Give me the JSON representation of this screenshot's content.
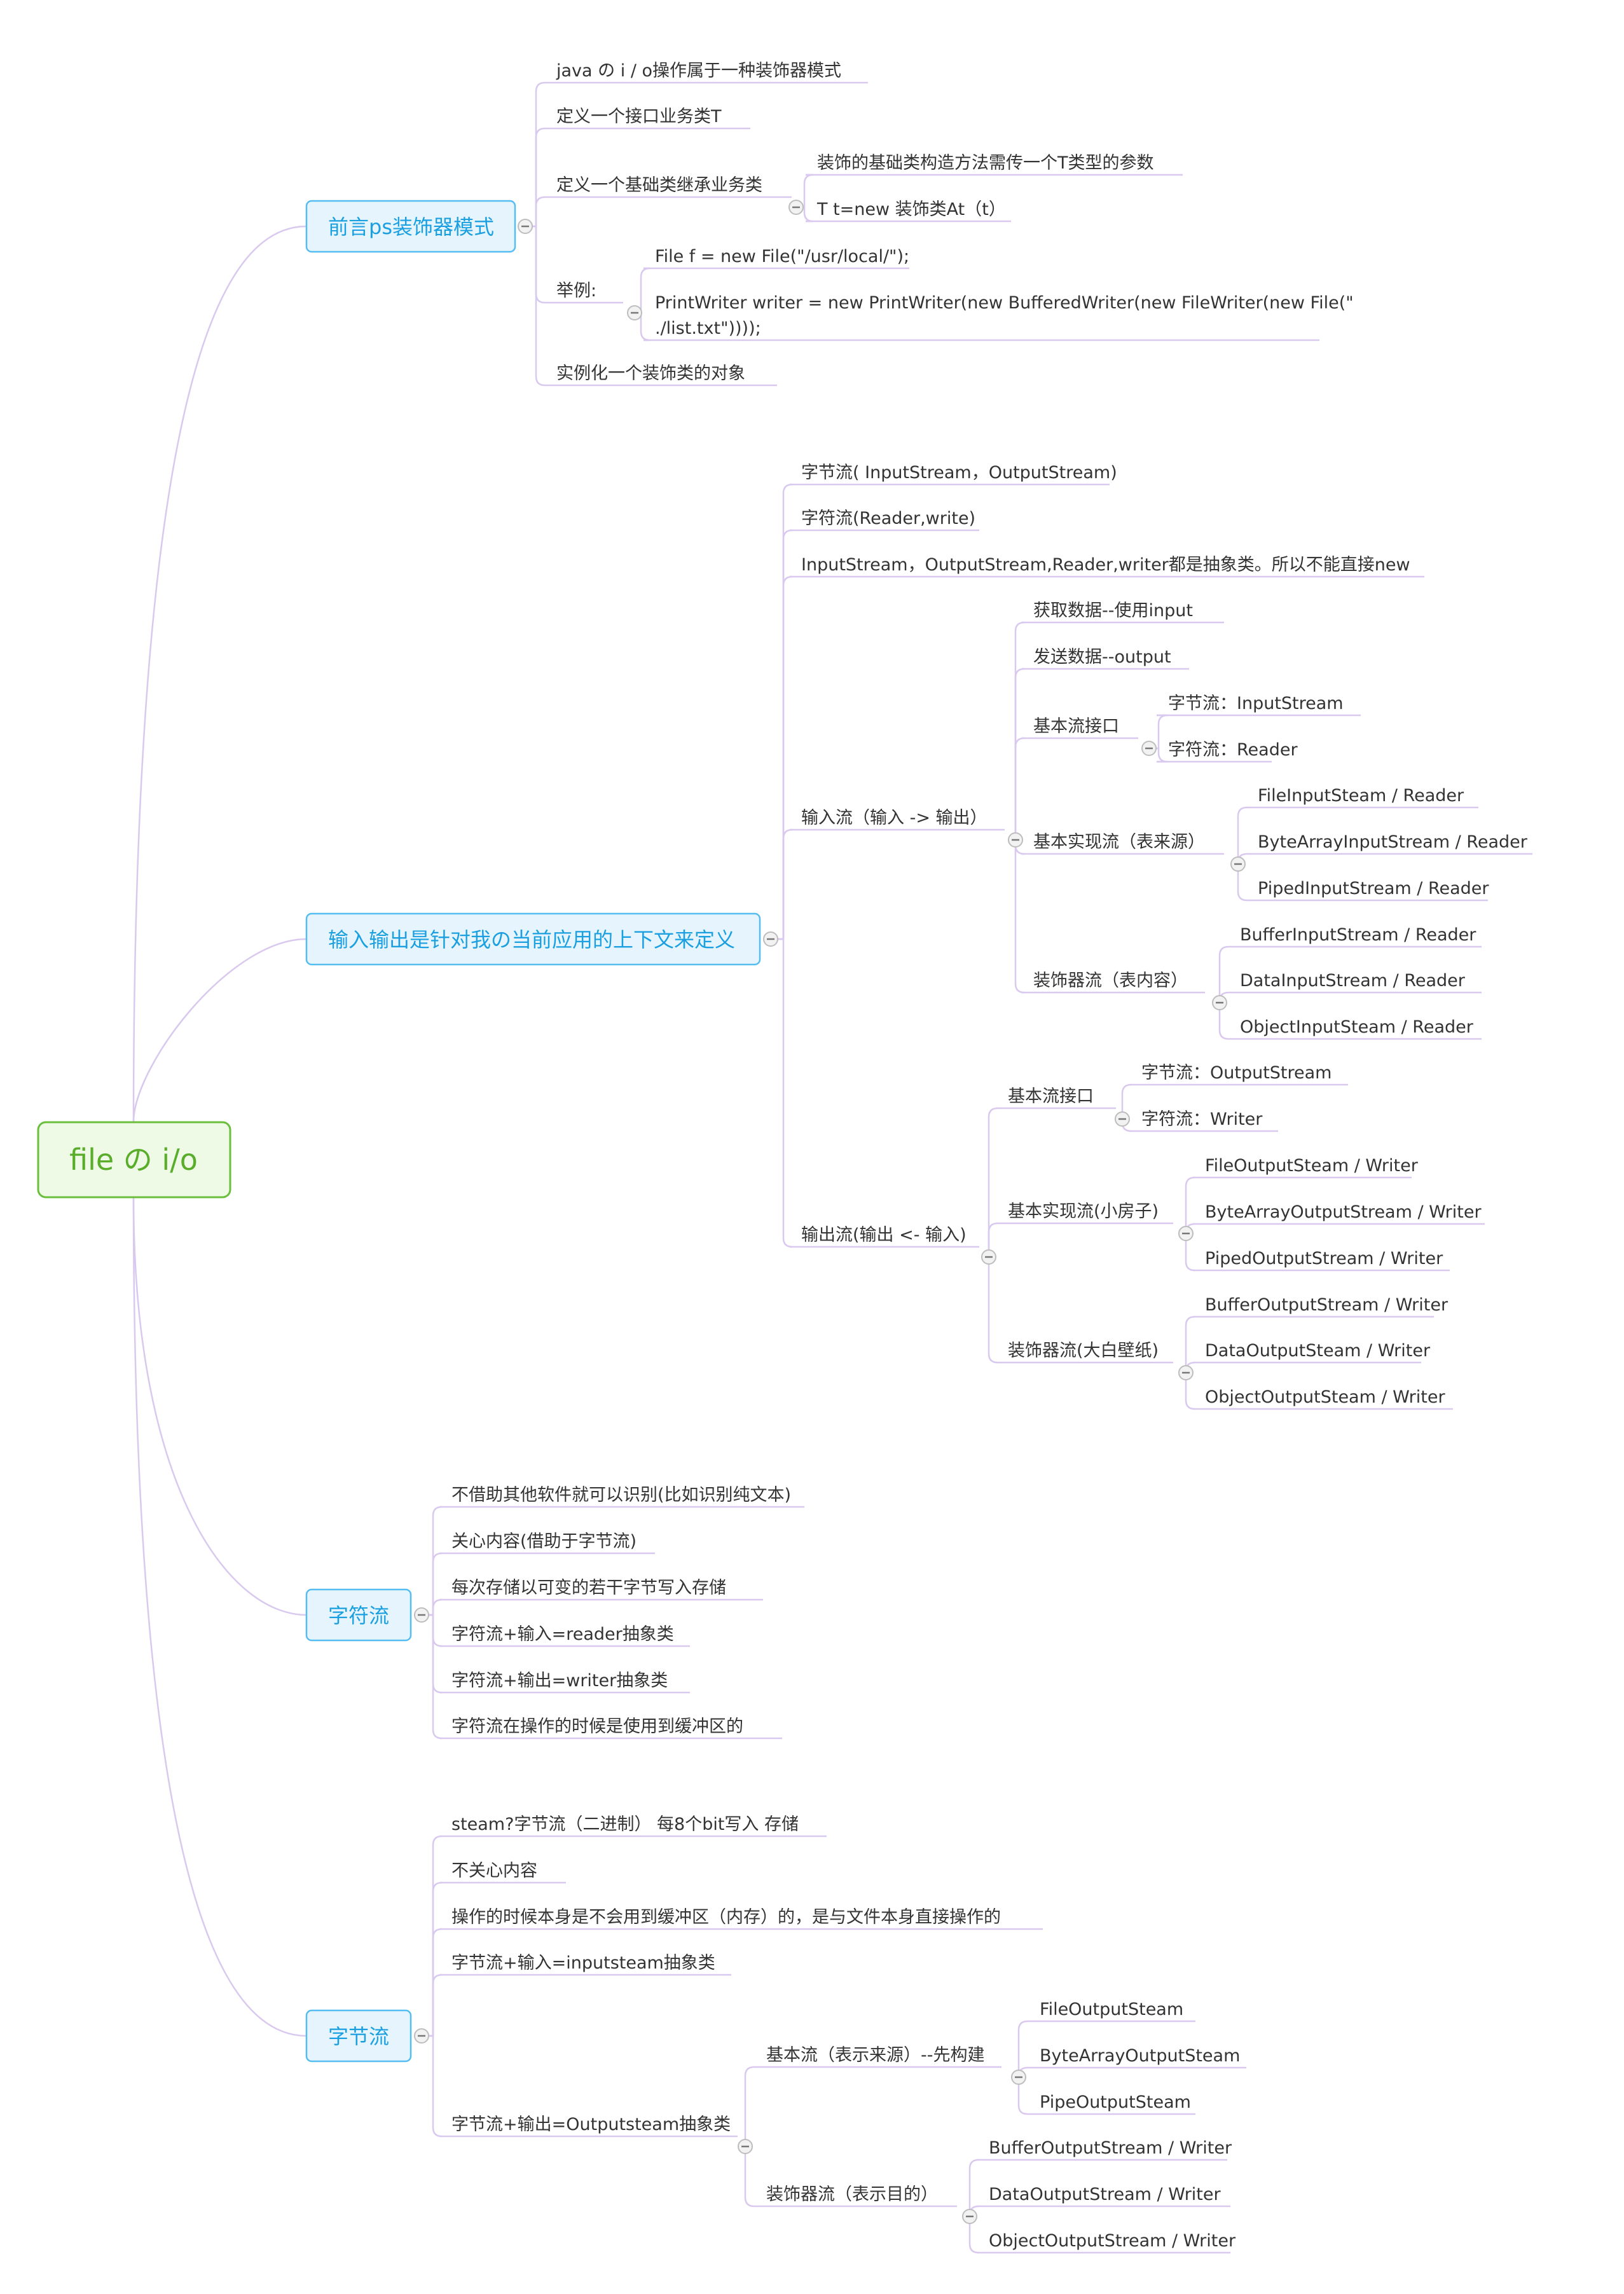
{
  "root": {
    "label": "file の i/o"
  },
  "branches": [
    {
      "label": "前言ps装饰器模式",
      "children": [
        {
          "label": "java の i / o操作属于一种装饰器模式"
        },
        {
          "label": "定义一个接口业务类T"
        },
        {
          "label": "定义一个基础类继承业务类",
          "children": [
            {
              "label": "装饰的基础类构造方法需传一个T类型的参数"
            },
            {
              "label": "T t=new 装饰类At（t）"
            }
          ]
        },
        {
          "label": "举例:",
          "children": [
            {
              "label": "File f = new File(\"/usr/local/\");"
            },
            {
              "label": "PrintWriter writer = new PrintWriter(new BufferedWriter(new FileWriter(new File(\"",
              "label2": "./list.txt\"))));"
            }
          ]
        },
        {
          "label": "实例化一个装饰类的对象"
        }
      ]
    },
    {
      "label": "输入输出是针对我の当前应用的上下文来定义",
      "children": [
        {
          "label": "字节流( InputStream，OutputStream)"
        },
        {
          "label": "字符流(Reader,write)"
        },
        {
          "label": " InputStream，OutputStream,Reader,writer都是抽象类。所以不能直接new"
        },
        {
          "label": "输入流（输入 -> 输出）",
          "children": [
            {
              "label": "获取数据--使用input"
            },
            {
              "label": "发送数据--output"
            },
            {
              "label": "基本流接口",
              "children": [
                {
                  "label": "字节流：InputStream"
                },
                {
                  "label": "字符流：Reader"
                }
              ]
            },
            {
              "label": "基本实现流（表来源）",
              "children": [
                {
                  "label": "FileInputSteam / Reader"
                },
                {
                  "label": "ByteArrayInputStream / Reader"
                },
                {
                  "label": "PipedInputStream / Reader"
                }
              ]
            },
            {
              "label": "装饰器流（表内容）",
              "children": [
                {
                  "label": "BufferInputStream / Reader"
                },
                {
                  "label": "DataInputStream / Reader"
                },
                {
                  "label": "ObjectInputSteam / Reader"
                }
              ]
            }
          ]
        },
        {
          "label": "输出流(输出 <- 输入)",
          "children": [
            {
              "label": "基本流接口",
              "children": [
                {
                  "label": "字节流：OutputStream"
                },
                {
                  "label": "字符流：Writer"
                }
              ]
            },
            {
              "label": "基本实现流(小房子)",
              "children": [
                {
                  "label": "FileOutputSteam / Writer"
                },
                {
                  "label": "ByteArrayOutputStream / Writer"
                },
                {
                  "label": "PipedOutputStream / Writer"
                }
              ]
            },
            {
              "label": "装饰器流(大白壁纸)",
              "children": [
                {
                  "label": "BufferOutputStream / Writer"
                },
                {
                  "label": "DataOutputSteam / Writer"
                },
                {
                  "label": "ObjectOutputSteam / Writer"
                }
              ]
            }
          ]
        }
      ]
    },
    {
      "label": "字符流",
      "children": [
        {
          "label": "不借助其他软件就可以识别(比如识别纯文本)"
        },
        {
          "label": "关心内容(借助于字节流)"
        },
        {
          "label": "每次存储以可变的若干字节写入存储"
        },
        {
          "label": "字符流+输入=reader抽象类"
        },
        {
          "label": "字符流+输出=writer抽象类"
        },
        {
          "label": "字符流在操作的时候是使用到缓冲区的"
        }
      ]
    },
    {
      "label": "字节流",
      "children": [
        {
          "label": "steam?字节流（二进制） 每8个bit写入 存储"
        },
        {
          "label": "不关心内容"
        },
        {
          "label": "操作的时候本身是不会用到缓冲区（内存）的，是与文件本身直接操作的"
        },
        {
          "label": "字节流+输入=inputsteam抽象类"
        },
        {
          "label": "字节流+输出=Outputsteam抽象类",
          "children": [
            {
              "label": "基本流（表示来源）--先构建",
              "children": [
                {
                  "label": "FileOutputSteam"
                },
                {
                  "label": "ByteArrayOutputSteam"
                },
                {
                  "label": "PipeOutputSteam"
                }
              ]
            },
            {
              "label": "装饰器流（表示目的）",
              "children": [
                {
                  "label": "BufferOutputStream / Writer"
                },
                {
                  "label": "DataOutputStream / Writer"
                },
                {
                  "label": "ObjectOutputStream / Writer"
                }
              ]
            }
          ]
        }
      ]
    }
  ],
  "colors": {
    "line": "#d9c9ef",
    "root_fill": "#eefae6",
    "root_stroke": "#6abf3a",
    "root_text": "#5aad2a",
    "branch_fill": "#e6f5fd",
    "branch_stroke": "#56bdf0",
    "branch_text": "#1a9fe0",
    "text": "#333333"
  }
}
